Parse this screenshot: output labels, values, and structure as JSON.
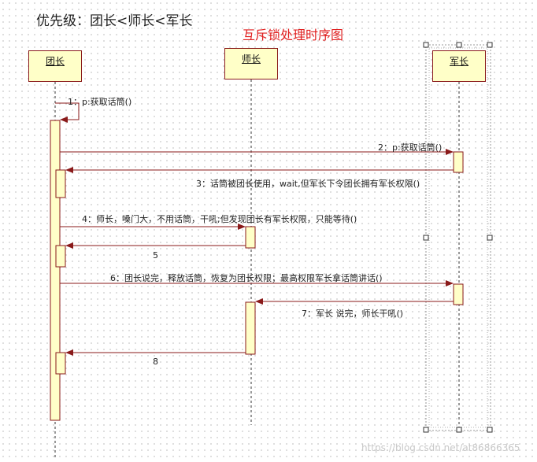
{
  "header": {
    "priority_note": "优先级：团长<师长<军长",
    "diagram_title": "互斥锁处理时序图"
  },
  "lifelines": {
    "tuanzhang": "团长",
    "shizhang": "师长",
    "junzhang": "军长"
  },
  "messages": {
    "m1": "1：p:获取话筒()",
    "m2": "2：p:获取话筒()",
    "m3": "3：话筒被团长使用，wait,但军长下令团长拥有军长权限()",
    "m4": "4：师长，嗓门大，不用话筒，干吼;但发现团长有军长权限，只能等待()",
    "m5": "5",
    "m6": "6：团长说完，释放话筒，恢复为团长权限；最高权限军长拿话筒讲话()",
    "m7": "7：军长 说完，师长干吼()",
    "m8": "8"
  },
  "watermark": "https://blog.csdn.net/at86866365",
  "colors": {
    "box_fill": "#ffffc8",
    "arrow": "#8a1a1a",
    "title": "#e02020"
  }
}
